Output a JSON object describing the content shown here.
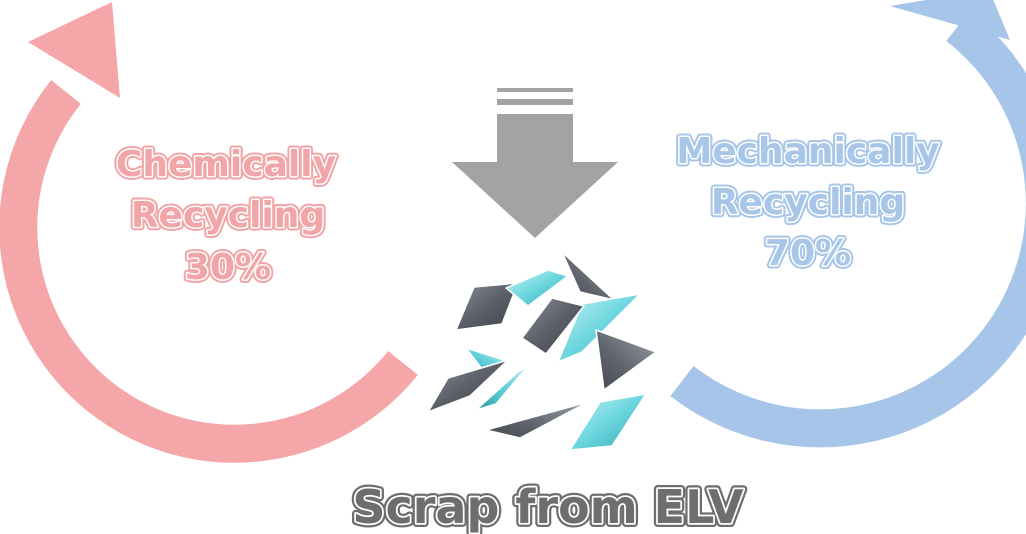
{
  "chemical": {
    "line1": "Chemically",
    "line2": "Recycling",
    "percent": "30%",
    "arrow_color": "#f4a6a8",
    "text_fill": "#f2a5a7"
  },
  "mechanical": {
    "line1": "Mechanically",
    "line2": "Recycling",
    "percent": "70%",
    "arrow_color": "#a6c5e8",
    "text_fill": "#a8c6e8"
  },
  "input_arrow": {
    "color": "#a3a3a3"
  },
  "scrap": {
    "label": "Scrap from ELV",
    "label_fill": "#6e6e6e",
    "icon": "glass-shards-icon"
  }
}
